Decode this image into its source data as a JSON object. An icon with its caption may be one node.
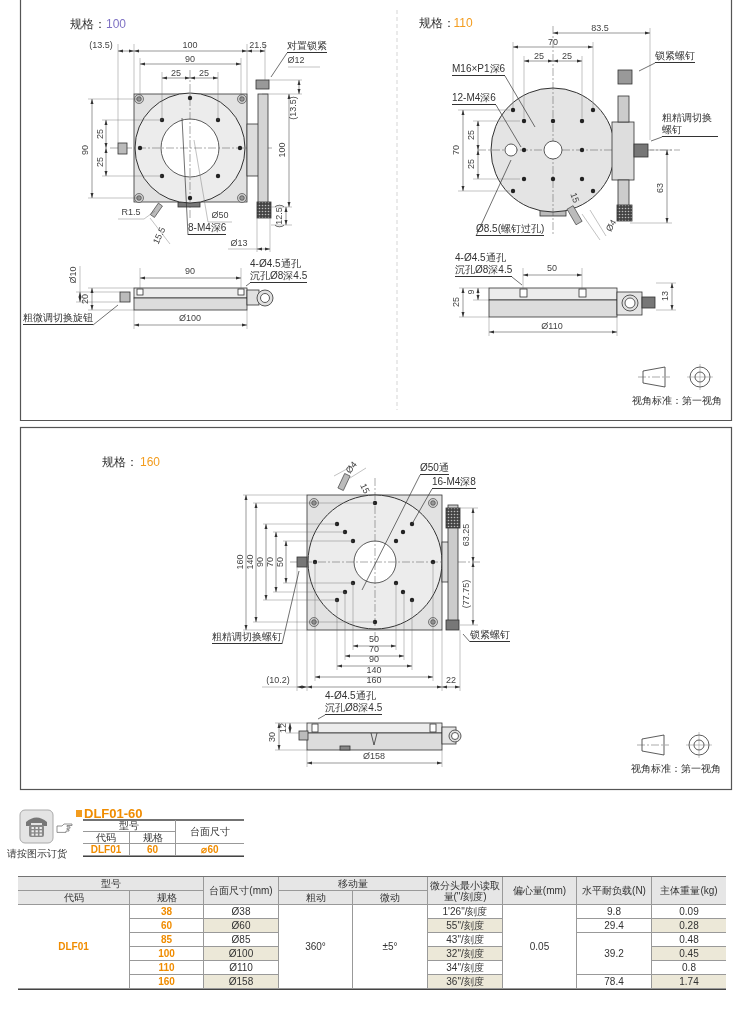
{
  "diagram": {
    "nodes": [
      {
        "text": [
          "对置锁紧"
        ]
      },
      {
        "text": [
          "8-M4深6"
        ]
      },
      {
        "text": [
          "4-Ø4.5通孔",
          "沉孔Ø8深4.5"
        ]
      },
      {
        "text": [
          "粗微调切换旋钮"
        ]
      },
      {
        "text": [
          "M16×P1深6"
        ]
      },
      {
        "text": [
          "12-M4深6"
        ]
      },
      {
        "text": [
          "锁紧螺钉"
        ]
      },
      {
        "text": [
          "粗精调切换螺钉"
        ]
      },
      {
        "text": [
          "Ø8.5(螺钉过孔)"
        ]
      },
      {
        "text": [
          "4-Ø4.5通孔",
          "沉孔Ø8深4.5"
        ]
      },
      {
        "text": [
          "Ø50通"
        ]
      },
      {
        "text": [
          "16-M4深8"
        ]
      },
      {
        "text": [
          "粗精调切换螺钉"
        ]
      },
      {
        "text": [
          "锁紧螺钉"
        ]
      },
      {
        "text": [
          "4-Ø4.5通孔",
          "沉孔Ø8深4.5"
        ]
      }
    ],
    "edges": [
      {
        "from": 0,
        "to": null,
        "arrow": "none"
      },
      {
        "from": 1,
        "to": null,
        "arrow": "none"
      },
      {
        "from": 2,
        "to": null,
        "arrow": "none"
      },
      {
        "from": 3,
        "to": null,
        "arrow": "none"
      },
      {
        "from": 4,
        "to": null,
        "arrow": "none"
      },
      {
        "from": 5,
        "to": null,
        "arrow": "none"
      },
      {
        "from": 6,
        "to": null,
        "arrow": "none"
      },
      {
        "from": 7,
        "to": null,
        "arrow": "none"
      },
      {
        "from": 8,
        "to": null,
        "arrow": "none"
      },
      {
        "from": 9,
        "to": null,
        "arrow": "none"
      },
      {
        "from": 10,
        "to": null,
        "arrow": "none"
      },
      {
        "from": 11,
        "to": null,
        "arrow": "none"
      },
      {
        "from": 12,
        "to": null,
        "arrow": "none"
      },
      {
        "from": 13,
        "to": null,
        "arrow": "none"
      },
      {
        "from": 14,
        "to": null,
        "arrow": "none"
      }
    ],
    "labels": [
      "规格：",
      "100",
      "规格：",
      "110",
      "(13.5)",
      "100",
      "21.5",
      "Ø12",
      "83.5",
      "90",
      "70",
      "25",
      "25",
      "25",
      "25",
      "(13.5)",
      "90",
      "25",
      "25",
      "100",
      "70",
      "25",
      "25",
      "63",
      "R1.5",
      "15.5",
      "Ø50",
      "15",
      "Ø4",
      "(12.5)",
      "Ø13",
      "Ø10",
      "90",
      "50",
      "20",
      "9",
      "25",
      "13",
      "Ø100",
      "Ø110",
      "视角标准：第一视角",
      "规格：",
      "160",
      "Ø4",
      "15",
      "160",
      "140",
      "90",
      "70",
      "50",
      "63.25",
      "(77.75)",
      "50",
      "70",
      "90",
      "140",
      "(10.2)",
      "160",
      "22",
      "12",
      "30",
      "Ø158",
      "视角标准：第一视角",
      "DLF01-60",
      "请按图示订货",
      "型号",
      "台面尺寸",
      "代码",
      "规格",
      "DLF01",
      "60",
      "⌀60",
      "型号",
      "台面尺寸(mm)",
      "移动量",
      "微分头最小读取量(\"/刻度)",
      "偏心量(mm)",
      "水平耐负载(N)",
      "主体重量(kg)",
      "代码",
      "规格",
      "粗动",
      "微动",
      "DLF01",
      "38",
      "Ø38",
      "360°",
      "±5°",
      "1'26\"/刻度",
      "0.05",
      "9.8",
      "0.09",
      "60",
      "Ø60",
      "55\"/刻度",
      "29.4",
      "0.28",
      "85",
      "Ø85",
      "43\"/刻度",
      "39.2",
      "0.48",
      "100",
      "Ø100",
      "32\"/刻度",
      "0.45",
      "110",
      "Ø110",
      "34\"/刻度",
      "0.8",
      "160",
      "Ø158",
      "36\"/刻度",
      "78.4",
      "1.74"
    ]
  }
}
